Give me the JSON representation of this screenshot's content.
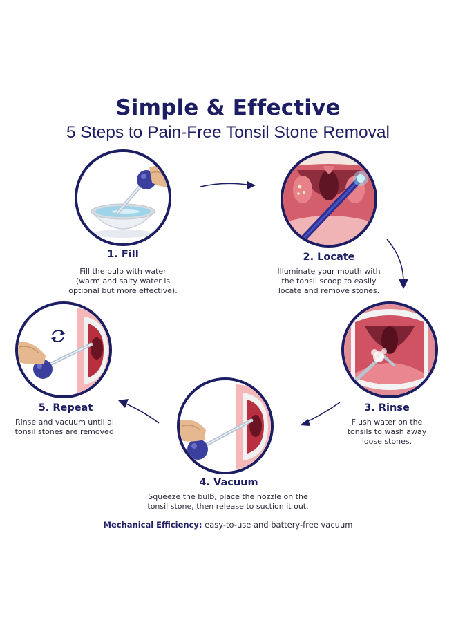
{
  "header": {
    "title": "Simple & Effective",
    "subtitle": "5 Steps to Pain-Free Tonsil Stone Removal"
  },
  "steps": [
    {
      "title": "1. Fill",
      "desc": [
        "Fill the bulb with water",
        "(warm and salty water is",
        "optional but more effective)."
      ],
      "icon": "bulb-water-bowl-icon"
    },
    {
      "title": "2. Locate",
      "desc": [
        "Illuminate your mouth with",
        "the tonsil scoop to easily",
        "locate and remove stones."
      ],
      "icon": "throat-light-scoop-icon"
    },
    {
      "title": "3. Rinse",
      "desc": [
        "Flush water on the",
        "tonsils to wash away",
        "loose stones."
      ],
      "icon": "mouth-rinse-icon"
    },
    {
      "title": "4. Vacuum",
      "desc": [
        "Squeeze the bulb, place the nozzle on the",
        "tonsil stone, then release to suction it out."
      ],
      "icon": "mouth-vacuum-icon"
    },
    {
      "title": "5. Repeat",
      "desc": [
        "Rinse and vacuum until all",
        "tonsil stones are removed."
      ],
      "icon": "repeat-icon"
    }
  ],
  "footer": {
    "label": "Mechanical Efficiency:",
    "text": " easy-to-use and battery-free vacuum"
  },
  "colors": {
    "navy": "#1c1d62",
    "mouth_red": "#c8485a",
    "bulb_blue": "#3a3f9e",
    "skin": "#e5b88f"
  }
}
